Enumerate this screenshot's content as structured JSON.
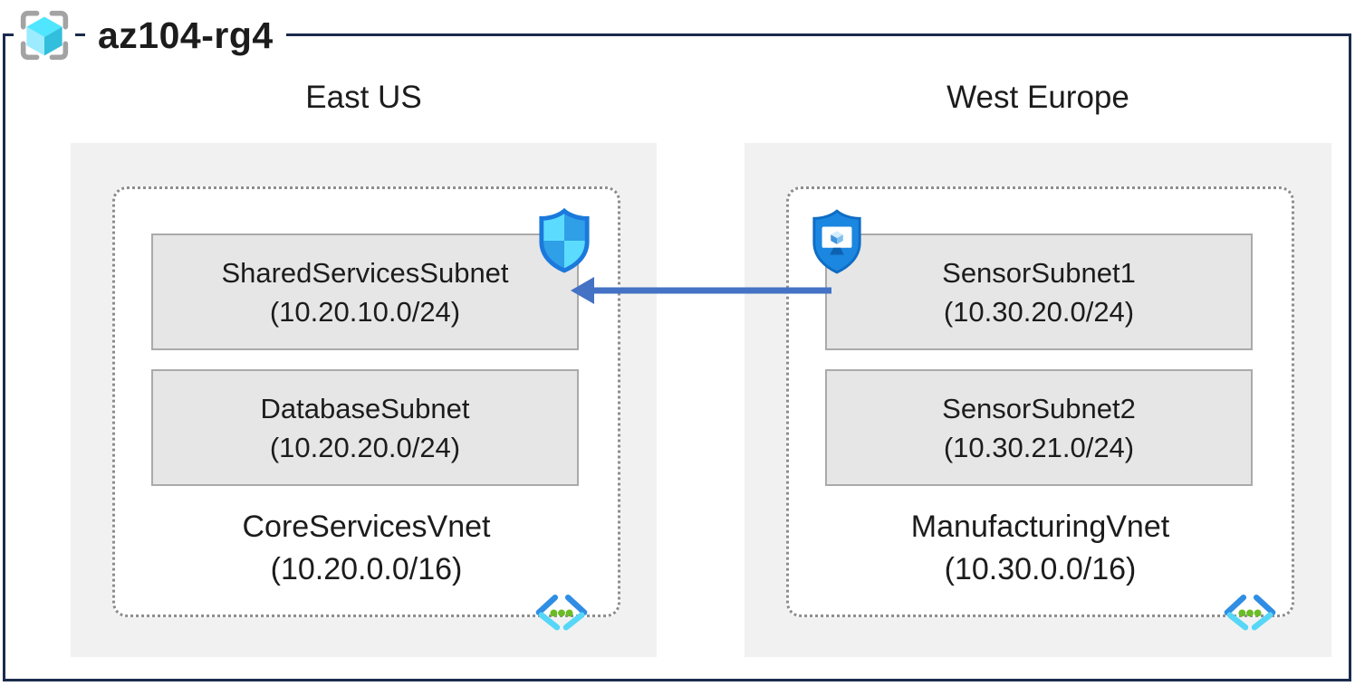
{
  "resource_group": {
    "name": "az104-rg4"
  },
  "regions": [
    {
      "name": "East US",
      "vnet": {
        "name": "CoreServicesVnet",
        "cidr": "(10.20.0.0/16)"
      },
      "subnets": [
        {
          "name": "SharedServicesSubnet",
          "cidr": "(10.20.10.0/24)",
          "icon": "network-security-group"
        },
        {
          "name": "DatabaseSubnet",
          "cidr": "(10.20.20.0/24)"
        }
      ]
    },
    {
      "name": "West Europe",
      "vnet": {
        "name": "ManufacturingVnet",
        "cidr": "(10.30.0.0/16)"
      },
      "subnets": [
        {
          "name": "SensorSubnet1",
          "cidr": "(10.30.20.0/24)",
          "icon": "application-security-group"
        },
        {
          "name": "SensorSubnet2",
          "cidr": "(10.30.21.0/24)"
        }
      ]
    }
  ],
  "connection": {
    "from": "SensorSubnet1",
    "to": "SharedServicesSubnet",
    "direction": "right-to-left",
    "color": "#4472c4"
  },
  "icons": {
    "resource_group": "brackets-with-cube",
    "nsg": "quartered-shield",
    "asg": "shield-with-monitor",
    "vnet": "angle-brackets-with-dots"
  },
  "colors": {
    "frame": "#1a2b4c",
    "region_bg": "#f1f1f1",
    "subnet_bg": "#e6e6e6",
    "subnet_border": "#aaaaaa",
    "vnet_dotted_border": "#8d8d8d",
    "arrow": "#4472c4",
    "cyan_light": "#50e6ff",
    "azure_blue": "#1b87e0",
    "green_dot": "#6abc25"
  }
}
